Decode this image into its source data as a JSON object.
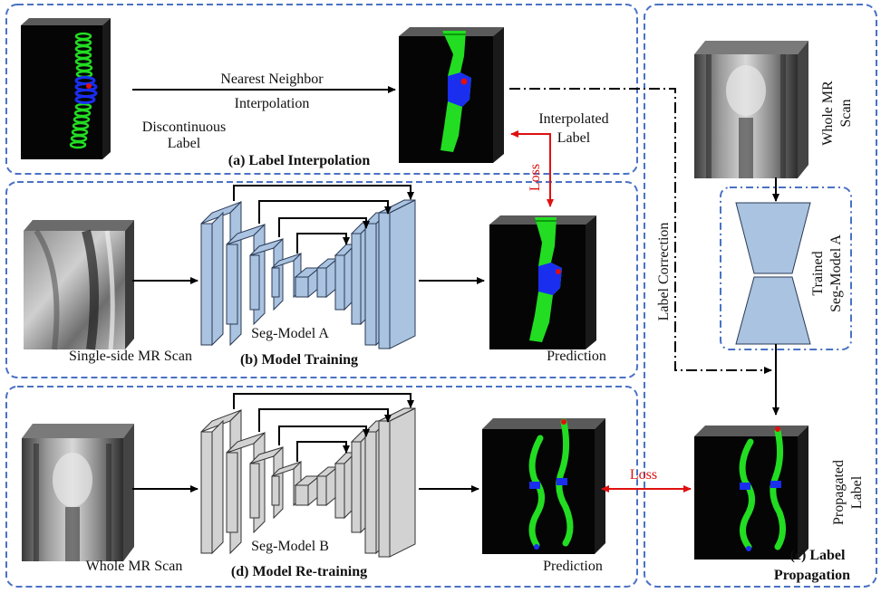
{
  "panels": {
    "a": {
      "caption": "(a) Label Interpolation"
    },
    "b": {
      "caption": "(b) Model Training"
    },
    "c": {
      "caption_line1": "(c) Label",
      "caption_line2": "Propagation"
    },
    "d": {
      "caption": "(d) Model Re-training"
    }
  },
  "labels": {
    "nn_line1": "Nearest Neighbor",
    "nn_line2": "Interpolation",
    "discontinuous_line1": "Discontinuous",
    "discontinuous_line2": "Label",
    "interpolated_line1": "Interpolated",
    "interpolated_line2": "Label",
    "loss": "Loss",
    "single_side_scan": "Single-side MR Scan",
    "seg_model_a": "Seg-Model A",
    "prediction": "Prediction",
    "whole_scan_top_line1": "Whole MR",
    "whole_scan_top_line2": "Scan",
    "label_correction": "Label Correction",
    "trained_line1": "Trained",
    "trained_line2": "Seg-Model A",
    "propagated_line1": "Propagated",
    "propagated_line2": "Label",
    "whole_scan": "Whole MR Scan",
    "seg_model_b": "Seg-Model B"
  },
  "colors": {
    "panel_border": "#4a72c4",
    "loss_arrow": "#e01010",
    "model_a_fill": "#a9c3e0",
    "model_b_fill": "#d2d2d2",
    "label_green": "#22dd22",
    "label_blue": "#1a2ef0"
  }
}
